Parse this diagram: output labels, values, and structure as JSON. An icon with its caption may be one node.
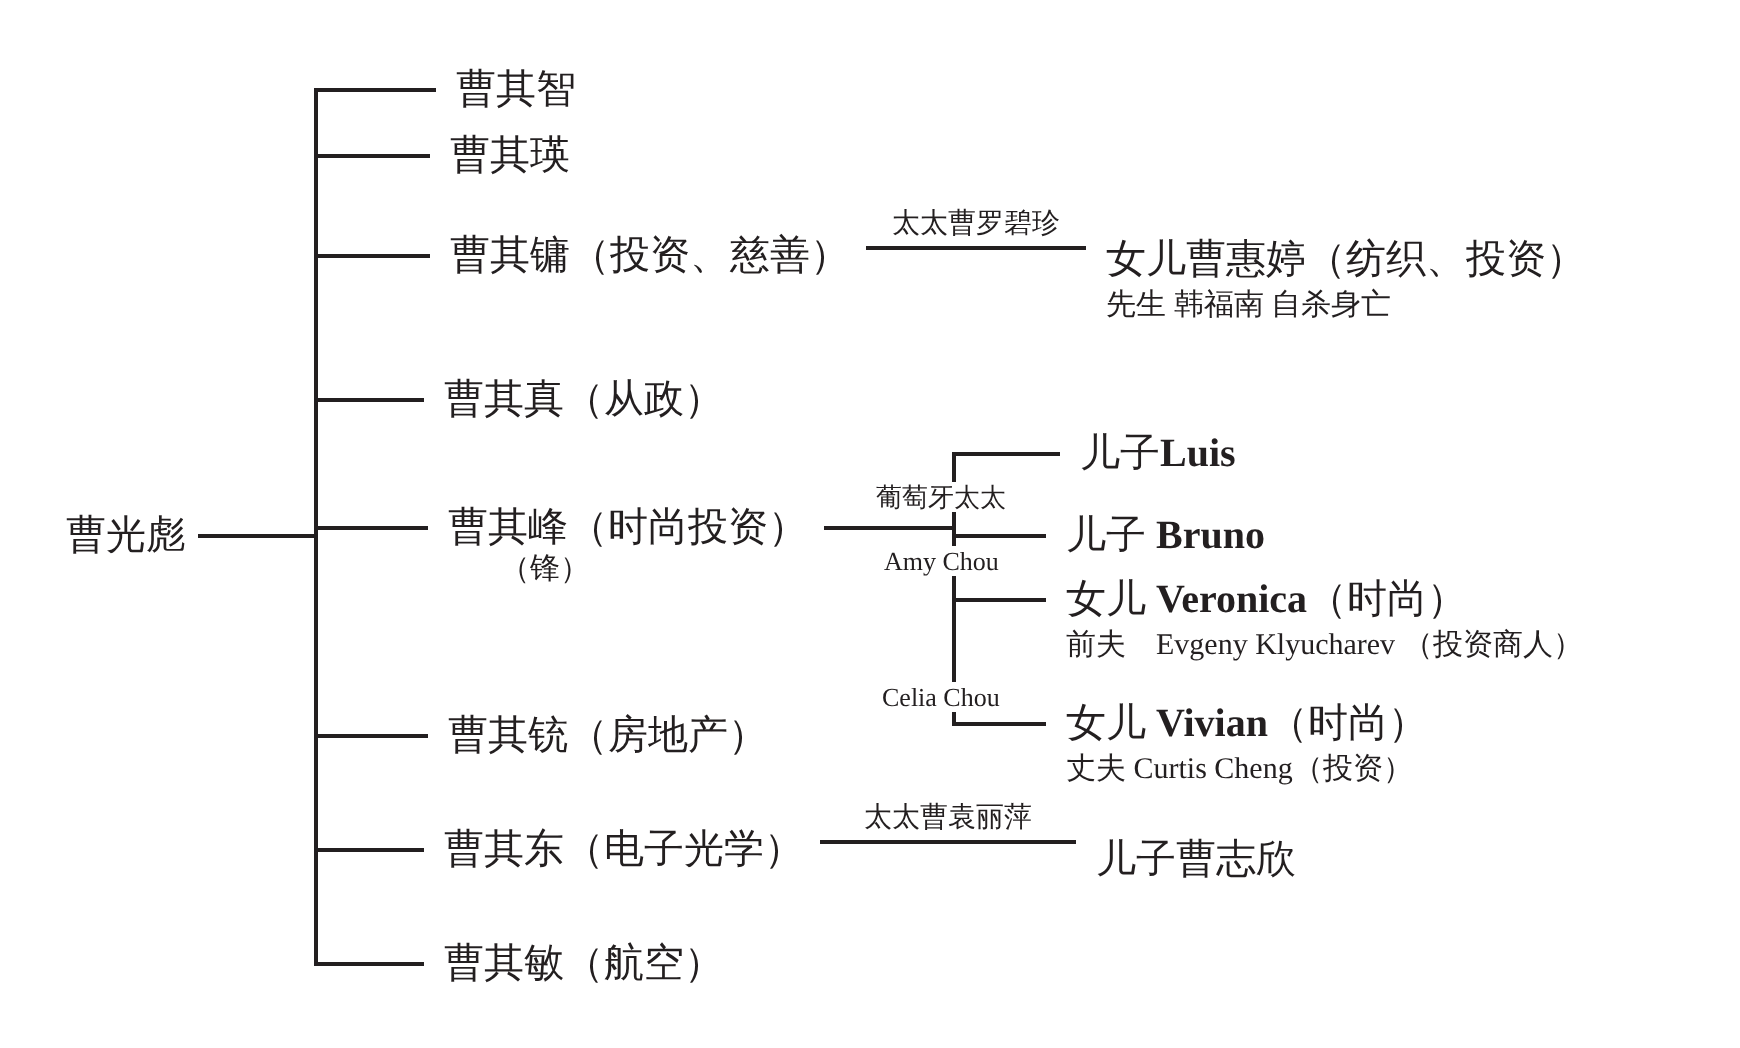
{
  "diagram": {
    "nodes": [
      {
        "text": [
          "曹光彪"
        ]
      },
      {
        "text": [
          "曹其智"
        ]
      },
      {
        "text": [
          "曹其瑛"
        ]
      },
      {
        "text": [
          "曹其镛（投资、慈善）"
        ]
      },
      {
        "text": [
          "曹其真（从政）"
        ]
      },
      {
        "text": [
          "曹其峰（时尚投资）"
        ],
        "beside": [
          "（锋）"
        ]
      },
      {
        "text": [
          "曹其铳（房地产）"
        ]
      },
      {
        "text": [
          "曹其东（电子光学）"
        ]
      },
      {
        "text": [
          "曹其敏（航空）"
        ]
      },
      {
        "text": [
          "女儿曹惠婷（纺织、投资）"
        ],
        "beside": [
          "先生 韩福南 自杀身亡"
        ]
      },
      {
        "text": [
          "儿子**Luis**"
        ]
      },
      {
        "text": [
          "儿子 **Bruno**"
        ]
      },
      {
        "text": [
          "女儿 **Veronica**（时尚）"
        ],
        "beside": [
          "前夫　Evgeny Klyucharev （投资商人）"
        ]
      },
      {
        "text": [
          "女儿 **Vivian**（时尚）"
        ],
        "beside": [
          "丈夫 Curtis Cheng（投资）"
        ]
      },
      {
        "text": [
          "儿子曹志欣"
        ]
      }
    ],
    "edges": [
      {
        "from": 0,
        "to": 1,
        "arrow": "none"
      },
      {
        "from": 0,
        "to": 2,
        "arrow": "none"
      },
      {
        "from": 0,
        "to": 3,
        "arrow": "none"
      },
      {
        "from": 0,
        "to": 4,
        "arrow": "none"
      },
      {
        "from": 0,
        "to": 5,
        "arrow": "none"
      },
      {
        "from": 0,
        "to": 6,
        "arrow": "none"
      },
      {
        "from": 0,
        "to": 7,
        "arrow": "none"
      },
      {
        "from": 0,
        "to": 8,
        "arrow": "none"
      },
      {
        "from": 3,
        "to": 9,
        "arrow": "none",
        "label": "太太曹罗碧珍"
      },
      {
        "from": 5,
        "to": 10,
        "arrow": "none"
      },
      {
        "from": 5,
        "to": 11,
        "arrow": "none"
      },
      {
        "from": 5,
        "to": 12,
        "arrow": "none"
      },
      {
        "from": 5,
        "to": 13,
        "arrow": "none"
      },
      {
        "from": 7,
        "to": 14,
        "arrow": "none",
        "label": "太太曹袁丽萍"
      }
    ],
    "labels": [
      "葡萄牙太太",
      "Amy Chou",
      "Celia Chou"
    ]
  }
}
